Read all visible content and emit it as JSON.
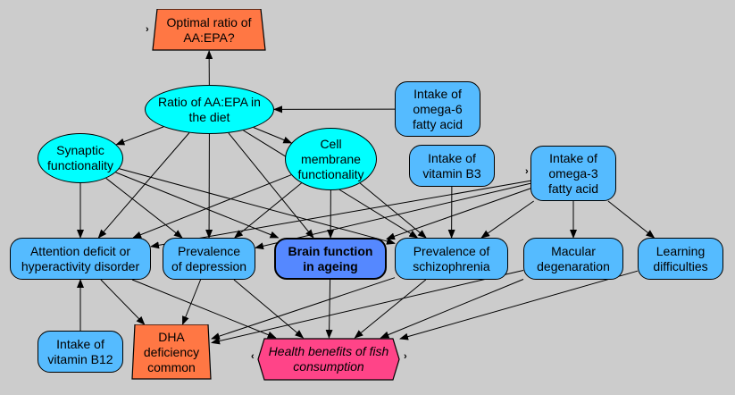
{
  "diagram": {
    "title": "Influence diagram: health benefits of fish consumption",
    "colors": {
      "background": "#cccccc",
      "chance_node": "#55bbff",
      "intermediate_node": "#00ffff",
      "focus_node": "#5588ff",
      "decision_node": "#ff7744",
      "objective_node": "#ff4488"
    },
    "nodes": {
      "optimal_ratio": {
        "label": "Optimal ratio of AA:EPA?",
        "lines": [
          "Optimal ratio of",
          "AA:EPA?"
        ],
        "type": "decision"
      },
      "ratio_diet": {
        "label": "Ratio of AA:EPA in the diet",
        "lines": [
          "Ratio of AA:EPA in",
          "the diet"
        ],
        "type": "intermediate"
      },
      "omega6": {
        "label": "Intake of omega-6 fatty acid",
        "lines": [
          "Intake of",
          "omega-6",
          "fatty acid"
        ],
        "type": "chance"
      },
      "synaptic": {
        "label": "Synaptic functionality",
        "lines": [
          "Synaptic",
          "functionality"
        ],
        "type": "intermediate"
      },
      "cell_membrane": {
        "label": "Cell membrane functionality",
        "lines": [
          "Cell",
          "membrane",
          "functionality"
        ],
        "type": "intermediate"
      },
      "vitamin_b3": {
        "label": "Intake of vitamin B3",
        "lines": [
          "Intake of",
          "vitamin B3"
        ],
        "type": "chance"
      },
      "omega3": {
        "label": "Intake of omega-3 fatty acid",
        "lines": [
          "Intake of",
          "omega-3",
          "fatty acid"
        ],
        "type": "chance"
      },
      "adhd": {
        "label": "Attention deficit or hyperactivity disorder",
        "lines": [
          "Attention deficit or",
          "hyperactivity disorder"
        ],
        "type": "chance"
      },
      "depression": {
        "label": "Prevalence of depression",
        "lines": [
          "Prevalence",
          "of depression"
        ],
        "type": "chance"
      },
      "brain": {
        "label": "Brain function in ageing",
        "lines": [
          "Brain function",
          "in ageing"
        ],
        "type": "focus"
      },
      "schizophrenia": {
        "label": "Prevalence of schizophrenia",
        "lines": [
          "Prevalence of",
          "schizophrenia"
        ],
        "type": "chance"
      },
      "macular": {
        "label": "Macular degenaration",
        "lines": [
          "Macular",
          "degenaration"
        ],
        "type": "chance"
      },
      "learning": {
        "label": "Learning difficulties",
        "lines": [
          "Learning",
          "difficulties"
        ],
        "type": "chance"
      },
      "vitamin_b12": {
        "label": "Intake of vitamin B12",
        "lines": [
          "Intake of",
          "vitamin B12"
        ],
        "type": "chance"
      },
      "dha": {
        "label": "DHA deficiency common",
        "lines": [
          "DHA",
          "deficiency",
          "common"
        ],
        "type": "decision"
      },
      "health": {
        "label": "Health benefits of fish consumption",
        "lines": [
          "Health benefits of fish",
          "consumption"
        ],
        "type": "objective"
      }
    },
    "edges": [
      [
        "ratio_diet",
        "optimal_ratio"
      ],
      [
        "omega6",
        "ratio_diet"
      ],
      [
        "ratio_diet",
        "synaptic"
      ],
      [
        "ratio_diet",
        "cell_membrane"
      ],
      [
        "ratio_diet",
        "adhd"
      ],
      [
        "ratio_diet",
        "depression"
      ],
      [
        "ratio_diet",
        "brain"
      ],
      [
        "ratio_diet",
        "schizophrenia"
      ],
      [
        "synaptic",
        "adhd"
      ],
      [
        "synaptic",
        "depression"
      ],
      [
        "synaptic",
        "brain"
      ],
      [
        "synaptic",
        "schizophrenia"
      ],
      [
        "cell_membrane",
        "adhd"
      ],
      [
        "cell_membrane",
        "depression"
      ],
      [
        "cell_membrane",
        "brain"
      ],
      [
        "cell_membrane",
        "schizophrenia"
      ],
      [
        "vitamin_b3",
        "schizophrenia"
      ],
      [
        "omega3",
        "adhd"
      ],
      [
        "omega3",
        "depression"
      ],
      [
        "omega3",
        "brain"
      ],
      [
        "omega3",
        "schizophrenia"
      ],
      [
        "omega3",
        "macular"
      ],
      [
        "omega3",
        "learning"
      ],
      [
        "vitamin_b12",
        "adhd"
      ],
      [
        "adhd",
        "dha"
      ],
      [
        "adhd",
        "health"
      ],
      [
        "depression",
        "dha"
      ],
      [
        "depression",
        "health"
      ],
      [
        "brain",
        "health"
      ],
      [
        "schizophrenia",
        "dha"
      ],
      [
        "schizophrenia",
        "health"
      ],
      [
        "macular",
        "dha"
      ],
      [
        "macular",
        "health"
      ],
      [
        "learning",
        "health"
      ]
    ]
  }
}
